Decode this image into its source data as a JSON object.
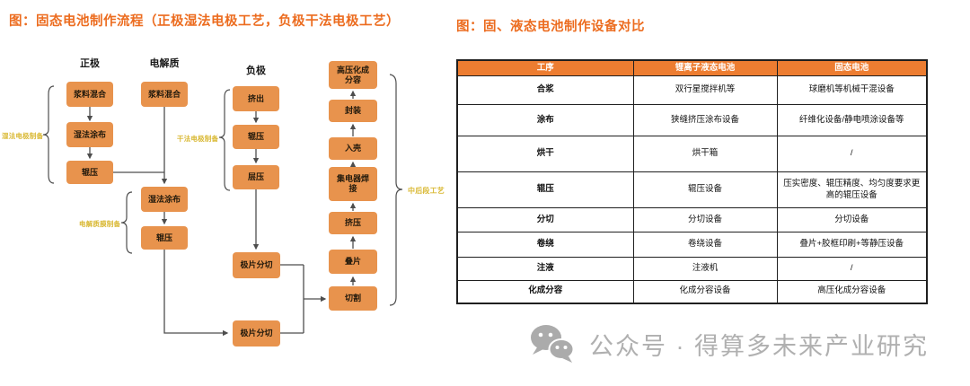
{
  "left_panel": {
    "title": "图：固态电池制作流程（正极湿法电极工艺，负极干法电极工艺）",
    "cathode": {
      "header": "正极",
      "steps": [
        "浆料混合",
        "湿法涂布",
        "辊压"
      ],
      "brace_label": "湿法电极制备"
    },
    "electrolyte": {
      "header": "电解质",
      "steps": [
        "浆料混合",
        "湿法涂布",
        "辊压"
      ],
      "brace_label": "电解质膜制备"
    },
    "anode": {
      "header": "负极",
      "steps": [
        "挤出",
        "辊压",
        "层压"
      ],
      "brace_label": "干法电极制备"
    },
    "slitting": {
      "upper": "极片分切",
      "lower": "极片分切"
    },
    "assembly": {
      "steps": [
        "高压化成分容",
        "封装",
        "入壳",
        "集电器焊接",
        "挤压",
        "叠片",
        "切割"
      ],
      "brace_label": "中后段工艺"
    }
  },
  "right_panel": {
    "title": "图：固、液态电池制作设备对比",
    "table": {
      "headers": [
        "工序",
        "锂离子液态电池",
        "固态电池"
      ],
      "rows": [
        [
          "合浆",
          "双行星搅拌机等",
          "球磨机等机械干混设备"
        ],
        [
          "涂布",
          "狭缝挤压涂布设备",
          "纤维化设备/静电喷涂设备等"
        ],
        [
          "烘干",
          "烘干箱",
          "/"
        ],
        [
          "辊压",
          "辊压设备",
          "压实密度、辊压精度、均匀度要求更高的辊压设备"
        ],
        [
          "分切",
          "分切设备",
          "分切设备"
        ],
        [
          "卷绕",
          "卷绕设备",
          "叠片+胶框印刷+等静压设备"
        ],
        [
          "注液",
          "注液机",
          "/"
        ],
        [
          "化成分容",
          "化成分容设备",
          "高压化成分容设备"
        ]
      ]
    }
  },
  "footer": {
    "watermark": "公众号 · 得算多未来产业研究",
    "icon": "wechat-icon"
  },
  "colors": {
    "title_orange": "#EC6C1F",
    "box_orange": "#E8934D",
    "table_header_orange": "#ED7D31",
    "gold_label": "#D9B832",
    "line_gray": "#4D4D4D",
    "watermark_gray": "#B0B0B0"
  }
}
